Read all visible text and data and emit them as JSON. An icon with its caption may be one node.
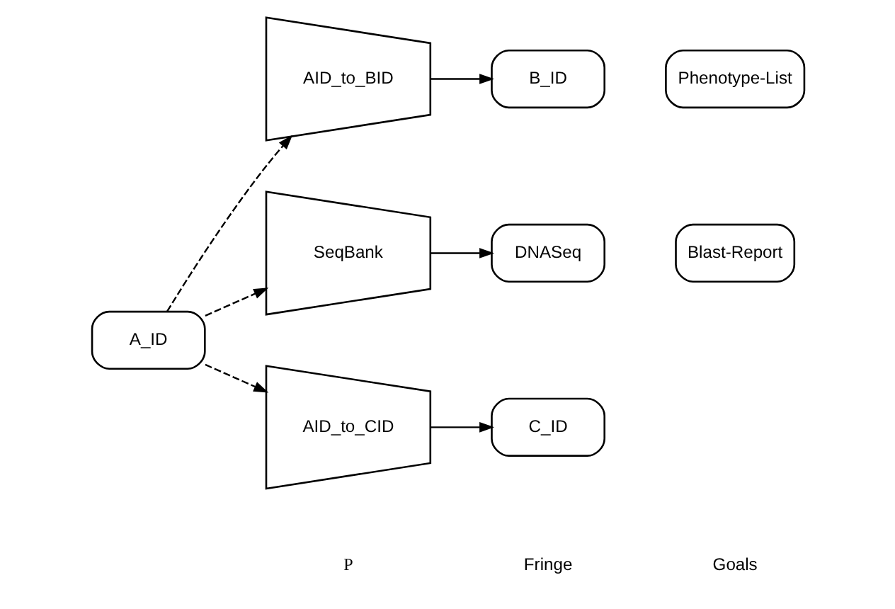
{
  "diagram": {
    "nodes": [
      {
        "text": [
          "A_ID"
        ]
      },
      {
        "text": [
          "AID_to_BID"
        ]
      },
      {
        "text": [
          "SeqBank"
        ]
      },
      {
        "text": [
          "AID_to_CID"
        ]
      },
      {
        "text": [
          "B_ID"
        ]
      },
      {
        "text": [
          "DNASeq"
        ]
      },
      {
        "text": [
          "C_ID"
        ]
      },
      {
        "text": [
          "Phenotype-List"
        ]
      },
      {
        "text": [
          "Blast-Report"
        ]
      }
    ],
    "edges": [
      {
        "from": 0,
        "to": 1,
        "arrow": "to",
        "style": "dashed"
      },
      {
        "from": 0,
        "to": 2,
        "arrow": "to",
        "style": "dashed"
      },
      {
        "from": 0,
        "to": 3,
        "arrow": "to",
        "style": "dashed"
      },
      {
        "from": 1,
        "to": 4,
        "arrow": "to"
      },
      {
        "from": 2,
        "to": 5,
        "arrow": "to"
      },
      {
        "from": 3,
        "to": 6,
        "arrow": "to"
      }
    ],
    "labels": [
      "P",
      "Fringe",
      "Goals"
    ]
  }
}
